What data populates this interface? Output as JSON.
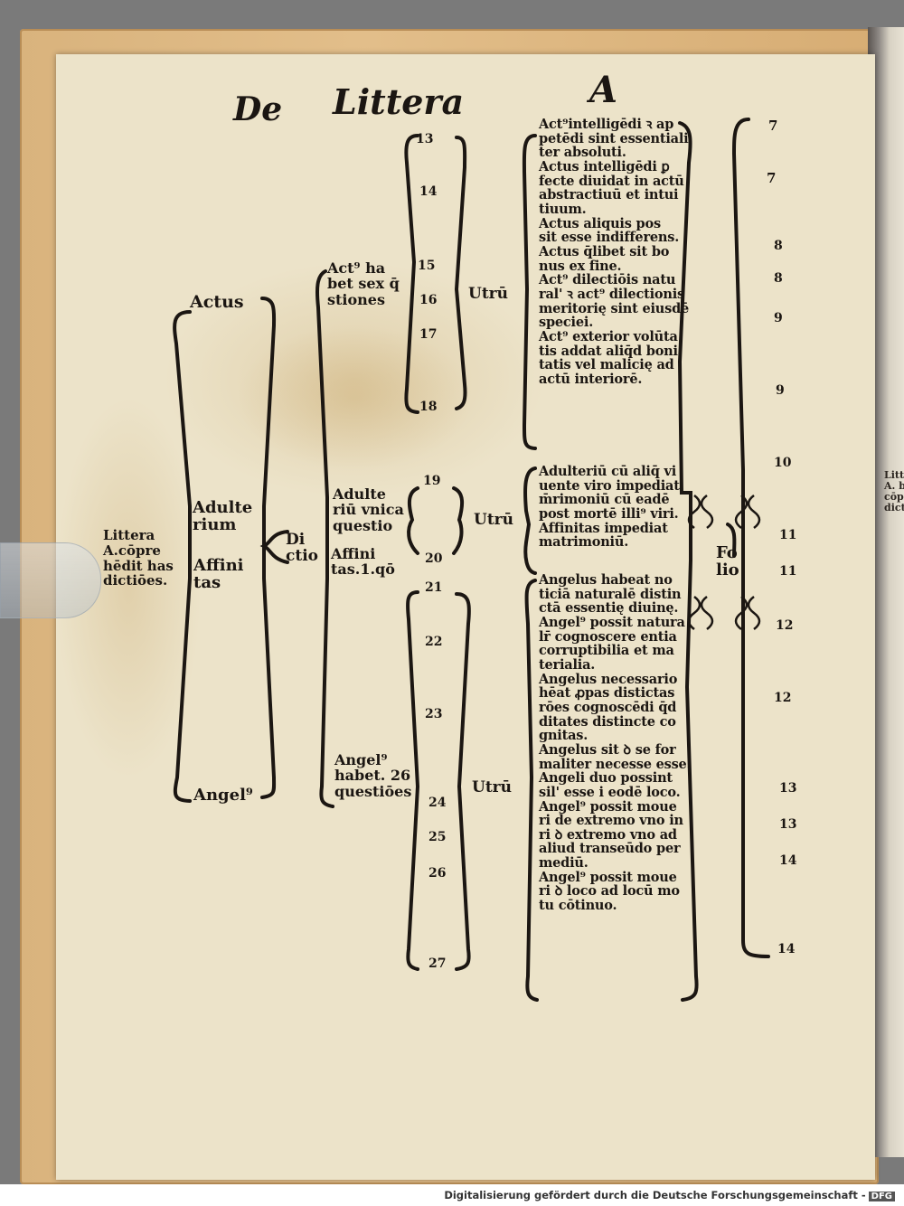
{
  "header": {
    "title_left": "De",
    "title_middle": "Littera",
    "title_right": "A"
  },
  "root": {
    "label": "Littera\nA.cōpre\nhēdit has\ndictiōes."
  },
  "dictio": {
    "label": "Di\nctio"
  },
  "level1": {
    "actus": "Actus",
    "adulterium": "Adulte\nrium",
    "affinitas": "Affini\ntas",
    "angelus": "Angel⁹"
  },
  "level2": {
    "actus": "Act⁹ ha\nbet sex q̄\nstiones",
    "adulterium": "Adulte\nriū vnica\nquestio",
    "affinitas": "Affini\ntas.1.qō",
    "angelus": "Angel⁹\nhabet. 26\nquestiōes"
  },
  "utrum": {
    "label": "Utrū"
  },
  "question_numbers": [
    "13",
    "14",
    "15",
    "16",
    "17",
    "18",
    "19",
    "20",
    "21",
    "22",
    "23",
    "24",
    "25",
    "26",
    "27"
  ],
  "entries": {
    "actus": "Act⁹intelligēdi ꝛ ap\npetēdi sint essentiali\nter absoluti.\nActus intelligēdi ꝑ\nfecte diuidat in actū\nabstractiuū et intui\ntiuum.\nActus aliquis pos\nsit esse indifferens.\nActus q̄libet sit bo\nnus ex fine.\nAct⁹ dilectiōis natu\nral' ꝛ act⁹ dilectionis\nmeritorię sint eiusdē\nspeciei.\nAct⁹ exterior volūta\ntis addat aliq̄d boni\ntatis vel malicię ad\nactū interiorē.",
    "adulterium": "Adulteriū cū aliq̄ vi\nuente viro impediat\nm̄rimoniū cū eadē\npost mortē illi⁹ viri.\nAffinitas impediat\nmatrimoniū.",
    "angelus": "Angelus habeat no\nticiā naturalē distin\nctā essentię diuinę.\nAngel⁹ possit natura\nlr̄ cognoscere entia\ncorruptibilia et ma\nterialia.\nAngelus necessario\nhēat ꝓpas distictas\nrōes cognoscēdi q̄d\nditates distincte co\ngnitas.\nAngelus sit ꝺ se for\nmaliter necesse esse.\nAngeli duo possint\nsil' esse i eodē loco.\nAngel⁹ possit moue\nri de extremo vno in\nri ꝺ extremo vno ad\naliud transeūdo per\nmediū.\nAngel⁹ possit moue\nri ꝺ loco ad locū mo\ntu cōtinuo."
  },
  "folio": {
    "label": "Fo\nlio"
  },
  "folio_numbers": [
    "7",
    "7",
    "8",
    "8",
    "9",
    "9",
    "10",
    "11",
    "11",
    "12",
    "12",
    "13",
    "13",
    "14",
    "14"
  ],
  "margin_bleed": "Litte\nA. b\ncōpr\ndictio",
  "footer": {
    "text": "Digitalisierung gefördert durch die Deutsche Forschungsgemeinschaft -",
    "logo": "DFG"
  }
}
